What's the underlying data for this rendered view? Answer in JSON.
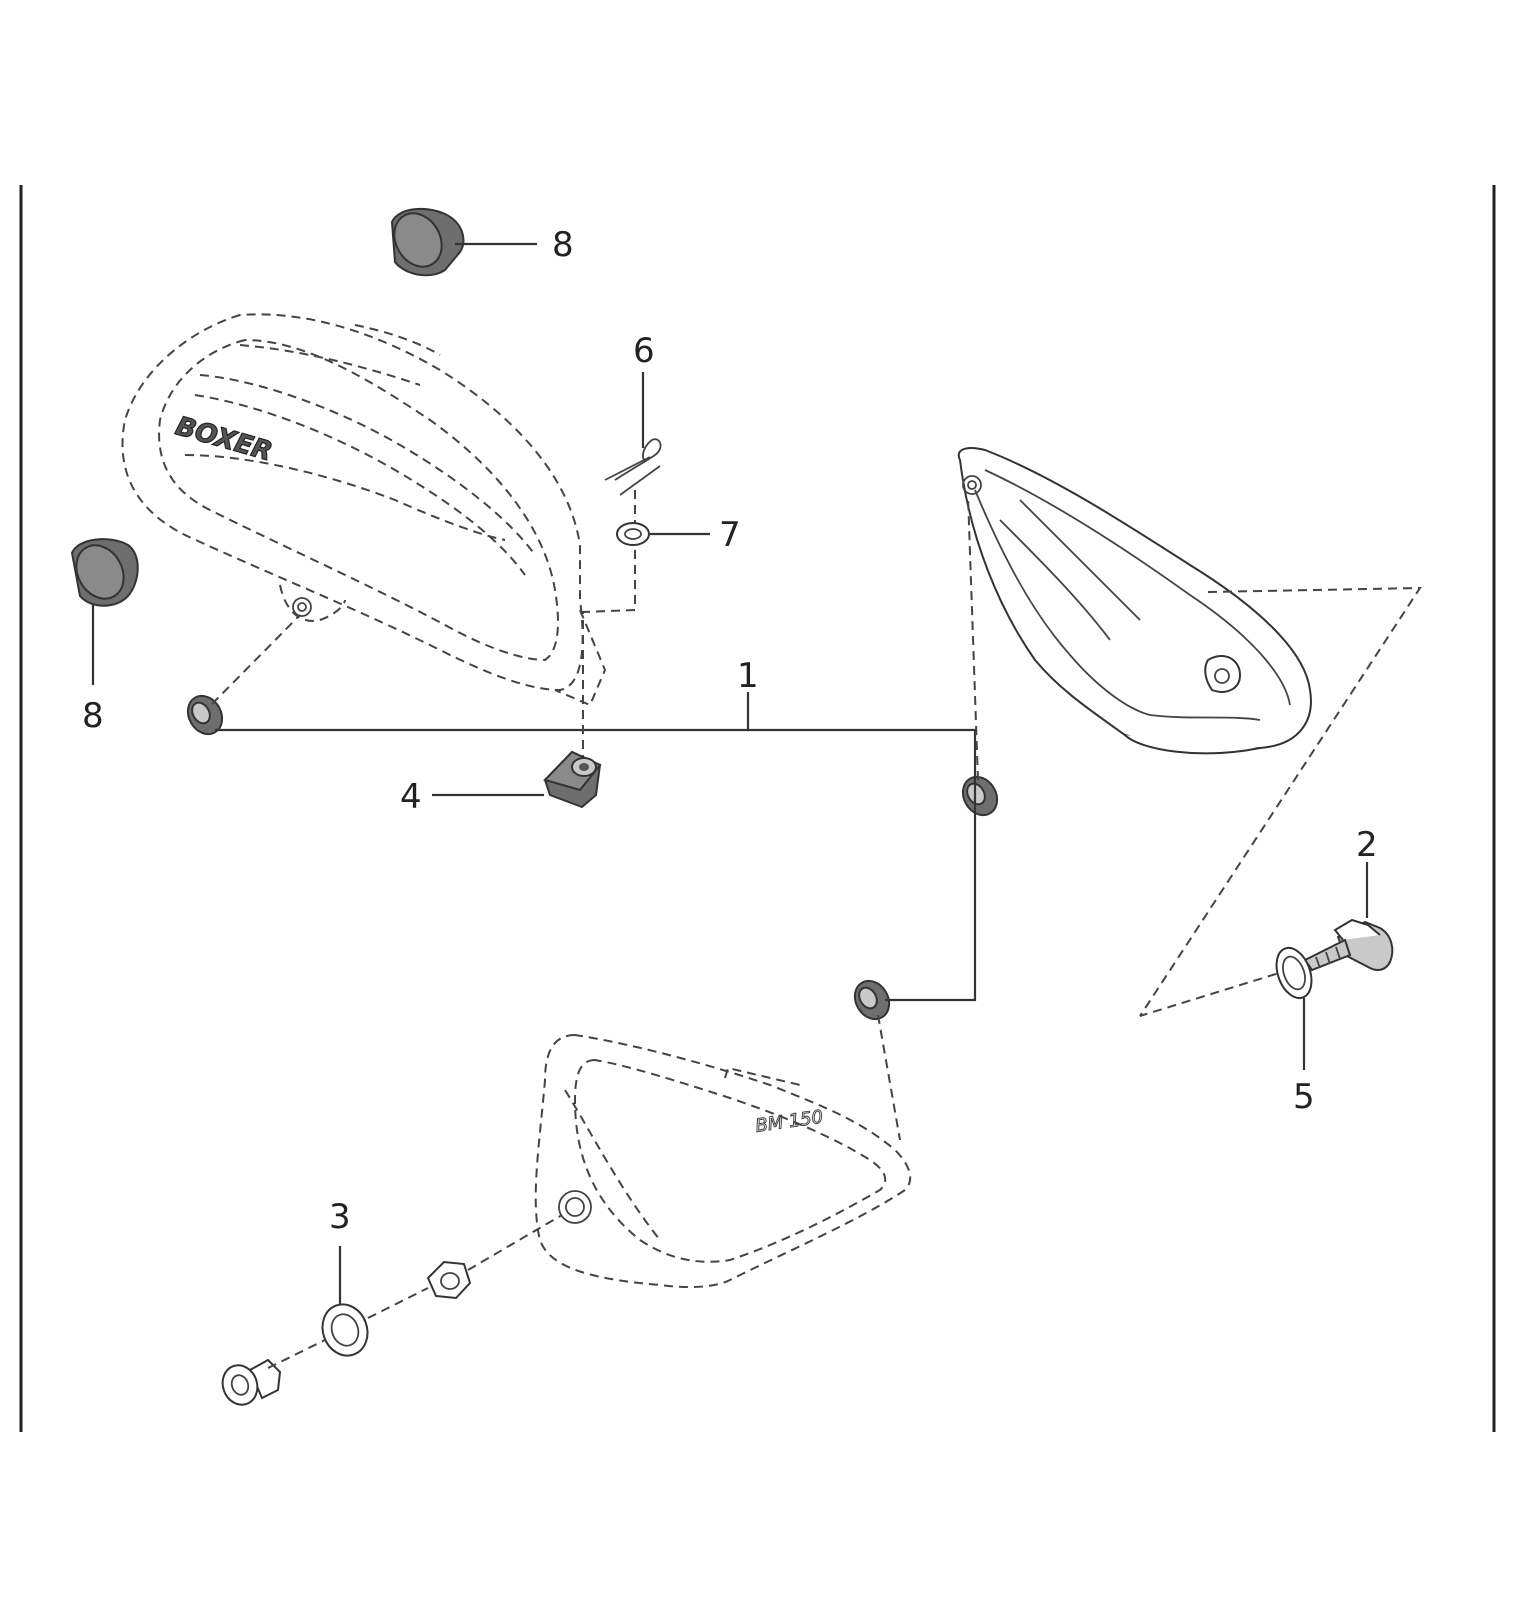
{
  "diagram": {
    "callouts": [
      {
        "id": "1",
        "label": "1"
      },
      {
        "id": "2",
        "label": "2"
      },
      {
        "id": "3",
        "label": "3"
      },
      {
        "id": "4",
        "label": "4"
      },
      {
        "id": "5",
        "label": "5"
      },
      {
        "id": "6",
        "label": "6"
      },
      {
        "id": "7",
        "label": "7"
      },
      {
        "id": "8a",
        "label": "8"
      },
      {
        "id": "8b",
        "label": "8"
      }
    ],
    "emblems": {
      "tank_logo": "BOXER",
      "side_cover_badge": "BM 150"
    }
  }
}
